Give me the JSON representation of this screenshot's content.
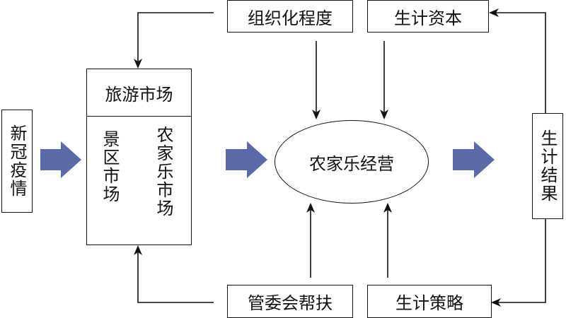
{
  "left_input": {
    "label": "新冠疫情"
  },
  "market": {
    "title": "旅游市场",
    "sub_left": "景区市场",
    "sub_right": "农家乐市场"
  },
  "top_factors": {
    "organization": "组织化程度",
    "capital": "生计资本"
  },
  "bottom_factors": {
    "support": "管委会帮扶",
    "strategy": "生计策略"
  },
  "center": {
    "label": "农家乐经营"
  },
  "outcome": {
    "label": "生计结果"
  },
  "colors": {
    "block_arrow": "#5a6aa8",
    "line": "#111111"
  }
}
